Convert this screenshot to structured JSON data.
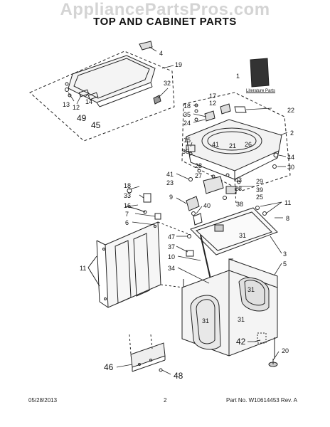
{
  "watermark": "AppliancePartsPros.com",
  "title": "TOP AND CABINET PARTS",
  "literature_label": "Literature Parts",
  "footer": {
    "date": "05/28/2013",
    "page": "2",
    "part_no": "Part No. W10614453 Rev. A"
  },
  "callouts": {
    "c4": "4",
    "c19": "19",
    "c1": "1",
    "c32": "32",
    "c13": "13",
    "c12": "12",
    "c14": "14",
    "c49": "49",
    "c45": "45",
    "c17": "17",
    "c18a": "18",
    "c12b": "12",
    "c35": "35",
    "c24": "24",
    "c22": "22",
    "c2": "2",
    "c15": "15",
    "c36": "36",
    "c41a": "41",
    "c21": "21",
    "c26": "26",
    "c44": "44",
    "c30": "30",
    "c28a": "28",
    "c27": "27",
    "c41b": "41",
    "c23": "23",
    "c43": "43",
    "c29": "29",
    "c28b": "28",
    "c39": "39",
    "c18b": "18",
    "c33": "33",
    "c16": "16",
    "c7": "7",
    "c6": "6",
    "c9": "9",
    "c40": "40",
    "c25": "25",
    "c11a": "11",
    "c38": "38",
    "c8": "8",
    "c31a": "31",
    "c47": "47",
    "c37": "37",
    "c10": "10",
    "c11b": "11",
    "c34": "34",
    "c3": "3",
    "c5": "5",
    "c31b": "31",
    "c31c": "31",
    "c31d": "31",
    "c42": "42",
    "c20": "20",
    "c46": "46",
    "c48": "48"
  }
}
